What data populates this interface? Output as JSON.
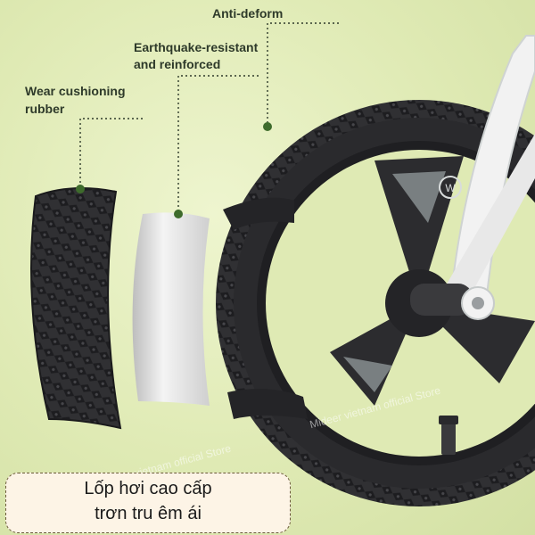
{
  "callouts": {
    "anti_deform": "Anti-deform",
    "earthquake_line1": "Earthquake-resistant",
    "earthquake_line2": "and reinforced",
    "wear_line1": "Wear cushioning",
    "wear_line2": "rubber"
  },
  "caption": {
    "line1": "Lốp hơi cao cấp",
    "line2": "trơn tru êm ái"
  },
  "watermarks": {
    "wm1": "Mideer vietnam official Store",
    "wm2": "Mideer vietnam official Store"
  },
  "colors": {
    "background": "#dfeab4",
    "tire": "#2b2b2e",
    "cushion": "#e3e3e3",
    "callout_dot": "#3e6b2c",
    "frame": "#f2f2f2"
  }
}
